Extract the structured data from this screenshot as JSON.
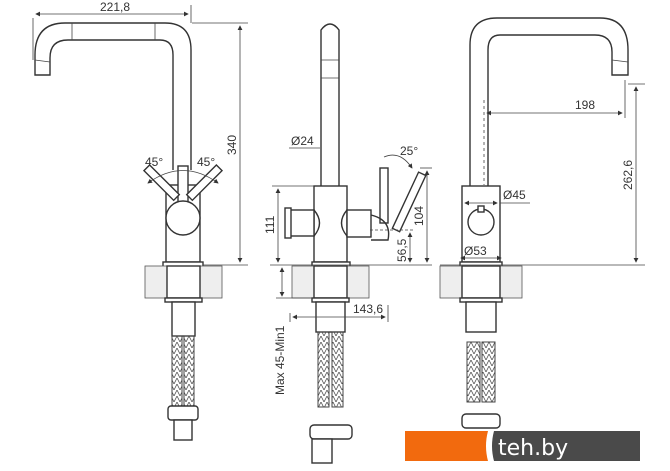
{
  "title": "Faucet dimension drawing",
  "dimensions": {
    "spout_reach_front": "221,8",
    "height_total": "340",
    "lever_angle_left": "45°",
    "lever_angle_right": "45°",
    "pipe_diameter": "Ø24",
    "lever_angle_side": "25°",
    "body_height": "111",
    "lever_height": "104",
    "outlet_height": "56,5",
    "side_width": "143,6",
    "counter_thickness": "Max 45-Min1",
    "spout_reach": "198",
    "spout_height": "262,6",
    "body_diameter": "Ø45",
    "base_diameter": "Ø53"
  },
  "watermark": {
    "text": "teh.by",
    "colors": {
      "orange": "#f26a0e",
      "dark": "#4a4a4a"
    }
  }
}
